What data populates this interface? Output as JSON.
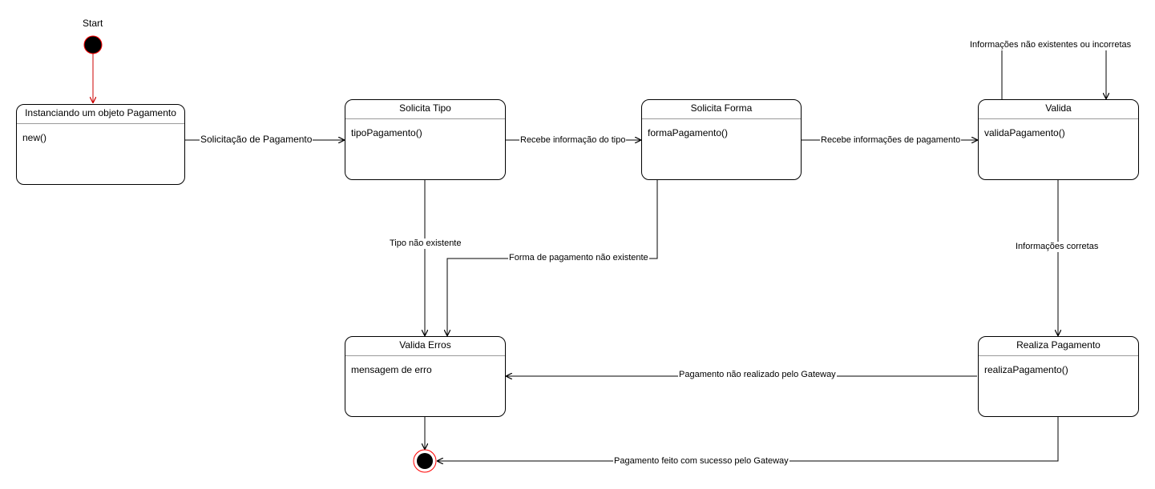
{
  "start_label": "Start",
  "states": {
    "instanciando": {
      "title": "Instanciando um objeto Pagamento",
      "body": "new()"
    },
    "solicita_tipo": {
      "title": "Solicita Tipo",
      "body": "tipoPagamento()"
    },
    "solicita_forma": {
      "title": "Solicita Forma",
      "body": "formaPagamento()"
    },
    "valida": {
      "title": "Valida",
      "body": "validaPagamento()"
    },
    "valida_erros": {
      "title": "Valida Erros",
      "body": "mensagem de erro"
    },
    "realiza_pagamento": {
      "title": "Realiza Pagamento",
      "body": "realizaPagamento()"
    }
  },
  "transitions": {
    "solicitacao": "Solicitação de Pagamento",
    "recebe_tipo": "Recebe informação do tipo",
    "recebe_pagamento": "Recebe informações de pagamento",
    "info_nao_existentes": "Informações não existentes ou incorretas",
    "tipo_nao_existente": "Tipo não existente",
    "forma_nao_existente": "Forma de pagamento não existente",
    "info_corretas": "Informações corretas",
    "nao_realizado": "Pagamento não realizado pelo Gateway",
    "sucesso": "Pagamento feito com sucesso pelo Gateway"
  },
  "colors": {
    "line": "#000000",
    "start_arrow": "#cc0000",
    "node_border": "#ff0000",
    "node_fill": "#000000"
  }
}
